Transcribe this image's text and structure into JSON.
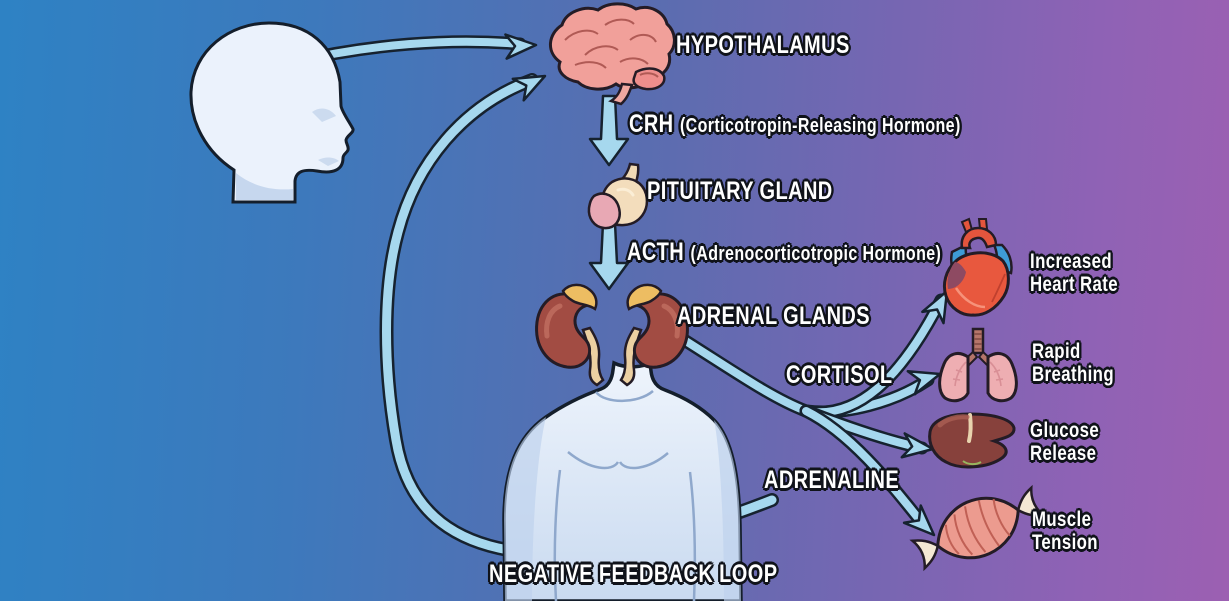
{
  "background": {
    "gradient_left": "#2e82c4",
    "gradient_mid": "#5a6db0",
    "gradient_right": "#9c60b2"
  },
  "colors": {
    "arrow_fill": "#a6d8ee",
    "outline": "#16222f",
    "label_text": "#ffffff"
  },
  "pathway": {
    "hypothalamus_label": "HYPOTHALAMUS",
    "crh_abbr": "CRH",
    "crh_full": "(Corticotropin-Releasing Hormone)",
    "pituitary_label": "PITUITARY GLAND",
    "acth_abbr": "ACTH",
    "acth_full": "(Adrenocorticotropic Hormone)",
    "adrenal_label": "ADRENAL GLANDS",
    "cortisol_label": "CORTISOL",
    "adrenaline_label": "ADRENALINE",
    "feedback_label": "NEGATIVE FEEDBACK LOOP"
  },
  "effects": [
    {
      "icon": "heart-icon",
      "line1": "Increased",
      "line2": "Heart Rate"
    },
    {
      "icon": "lungs-icon",
      "line1": "Rapid",
      "line2": "Breathing"
    },
    {
      "icon": "liver-icon",
      "line1": "Glucose",
      "line2": "Release"
    },
    {
      "icon": "muscle-icon",
      "line1": "Muscle",
      "line2": "Tension"
    }
  ]
}
